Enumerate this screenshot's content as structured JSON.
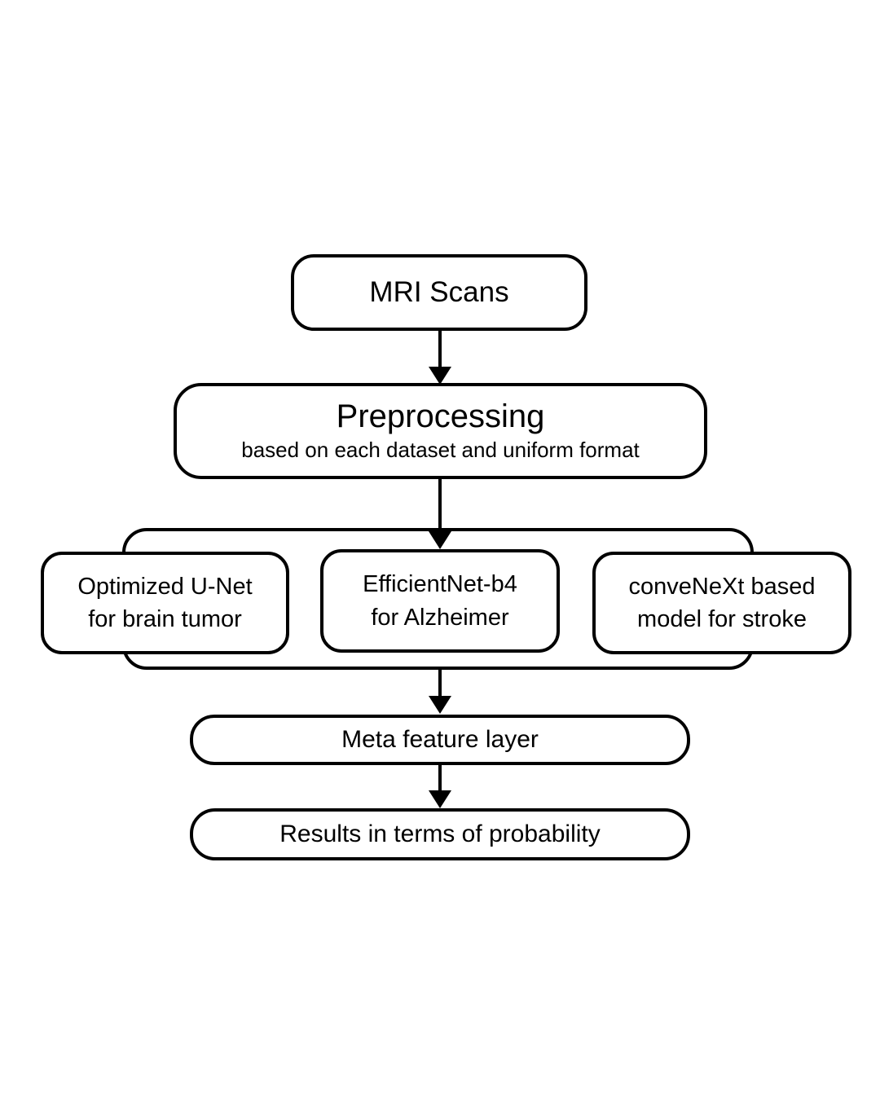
{
  "flowchart": {
    "colors": {
      "background": "#ffffff",
      "stroke": "#000000",
      "text": "#000000"
    },
    "nodes": {
      "mri": {
        "label": "MRI Scans"
      },
      "preprocessing": {
        "title": "Preprocessing",
        "subtitle": "based on each dataset and uniform format"
      },
      "model_brain": {
        "line1": "Optimized U-Net",
        "line2": "for brain tumor"
      },
      "model_alzheimer": {
        "line1": "EfficientNet-b4",
        "line2": "for Alzheimer"
      },
      "model_stroke": {
        "line1": "conveNeXt based",
        "line2": "model for stroke"
      },
      "meta": {
        "label": "Meta feature layer"
      },
      "results": {
        "label": "Results in terms of probability"
      }
    },
    "edges": [
      {
        "from": "mri",
        "to": "preprocessing"
      },
      {
        "from": "preprocessing",
        "to": "models-group"
      },
      {
        "from": "models-group",
        "to": "meta"
      },
      {
        "from": "meta",
        "to": "results"
      }
    ]
  }
}
